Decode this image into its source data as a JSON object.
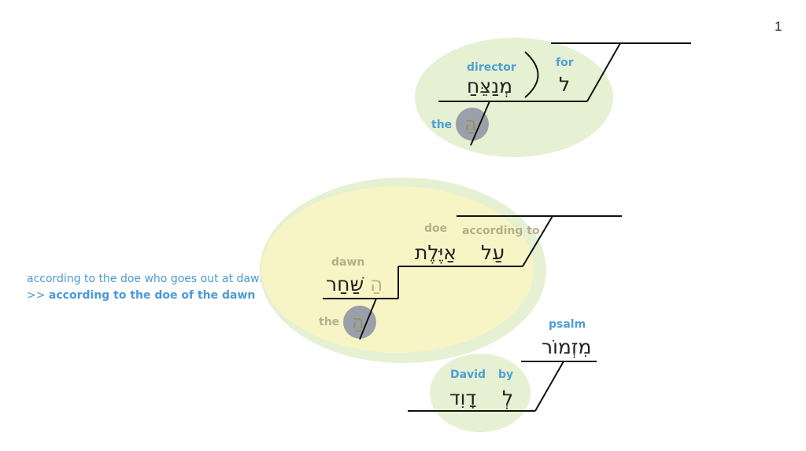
{
  "page_number": "1",
  "note": {
    "alternative": "according to the doe who goes out at dawn",
    "prefix": ">>",
    "chosen": "according to the doe of the dawn"
  },
  "colors": {
    "gloss_blue": "#4e9fd6",
    "gloss_tan": "#b8ad8c",
    "highlight_green": "#e6f0d2",
    "highlight_yellow": "#f7f5c6",
    "article_circle": "#9aa0aa",
    "line": "#111111"
  },
  "clauses": {
    "director_group": {
      "preposition_gloss": "for",
      "preposition_hebrew": "ל",
      "noun_gloss": "director",
      "noun_hebrew": "מְנַצֵּחַ",
      "article_gloss": "the",
      "article_hebrew": "הַ"
    },
    "doe_group": {
      "preposition_gloss": "according to",
      "preposition_hebrew": "עַל",
      "noun_gloss": "doe",
      "noun_hebrew": "אַיֶּלֶת",
      "genitive_gloss": "dawn",
      "genitive_hebrew": "שַּׁחַר",
      "genitive_article_hebrew": "הַ",
      "article_gloss": "the",
      "article_hebrew": "הַ"
    },
    "psalm_group": {
      "noun_gloss": "psalm",
      "noun_hebrew": "מִזְמוֹר",
      "preposition_gloss": "by",
      "preposition_hebrew": "לְ",
      "name_gloss": "David",
      "name_hebrew": "דָוִד"
    }
  }
}
